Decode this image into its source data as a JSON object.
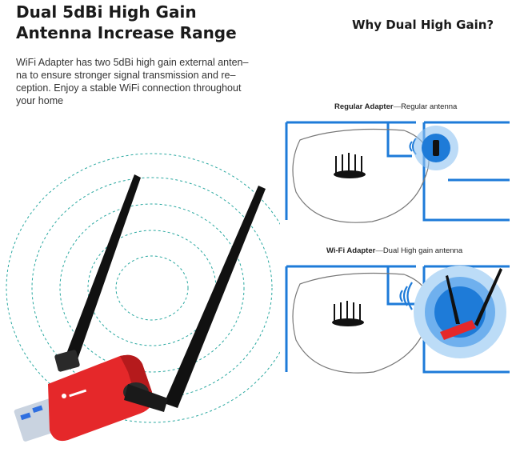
{
  "headline": {
    "line1": "Dual 5dBi High Gain",
    "line2": "Antenna Increase Range"
  },
  "description": "WiFi Adapter has two 5dBi high gain external anten– na to ensure stronger signal transmission and re– ception. Enjoy a stable WiFi connection throughout your home",
  "right_title": "Why Dual High Gain?",
  "regular": {
    "label": "Regular Adapter",
    "separator": "—",
    "desc": "Regular antenna"
  },
  "wifi": {
    "label": "Wi-Fi Adapter",
    "separator": "—",
    "desc": "Dual High gain antenna"
  },
  "colors": {
    "floorplan_blue": "#1e7bd8",
    "adapter_red": "#e5282a",
    "antenna_black": "#111111",
    "usb_blue": "#2f6fe0",
    "signal_dash": "#2aa8a0"
  },
  "icons": [
    "router-icon",
    "wifi-signal-icon",
    "usb-dongle-icon"
  ]
}
